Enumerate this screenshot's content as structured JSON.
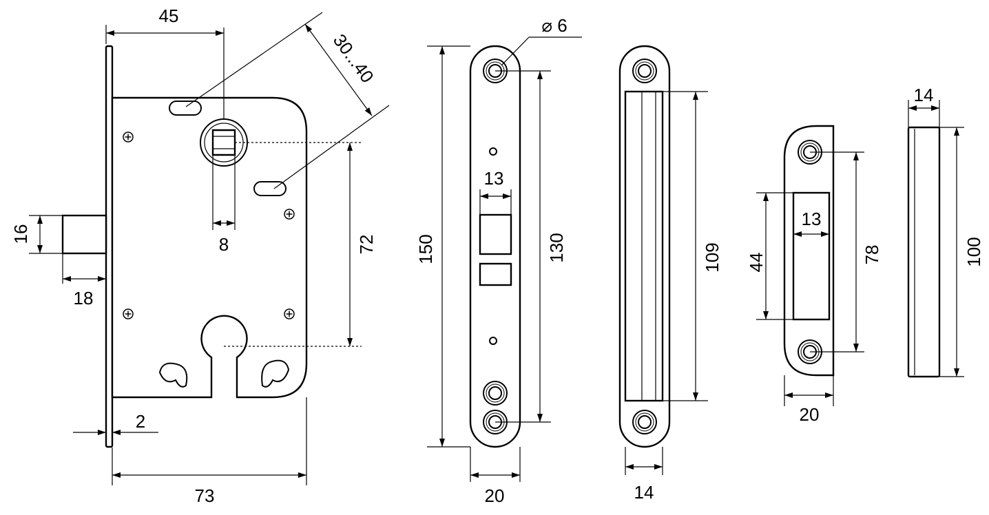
{
  "dimensions": {
    "lock_backset": "45",
    "lock_door_thickness": "30...40",
    "latch_height": "16",
    "latch_projection": "18",
    "spindle_square": "8",
    "center_distance": "72",
    "faceplate_thickness": "2",
    "lock_body_depth": "73",
    "faceplate_hole_diameter": "⌀ 6",
    "faceplate_height": "150",
    "faceplate_hole_spacing": "130",
    "faceplate_latch_width": "13",
    "faceplate_width": "20",
    "strike_opening_length": "109",
    "strike_width": "14",
    "small_strike_opening_height": "44",
    "small_strike_opening_width": "13",
    "small_strike_hole_spacing": "78",
    "small_strike_width": "20",
    "cover_width": "14",
    "cover_height": "100"
  }
}
